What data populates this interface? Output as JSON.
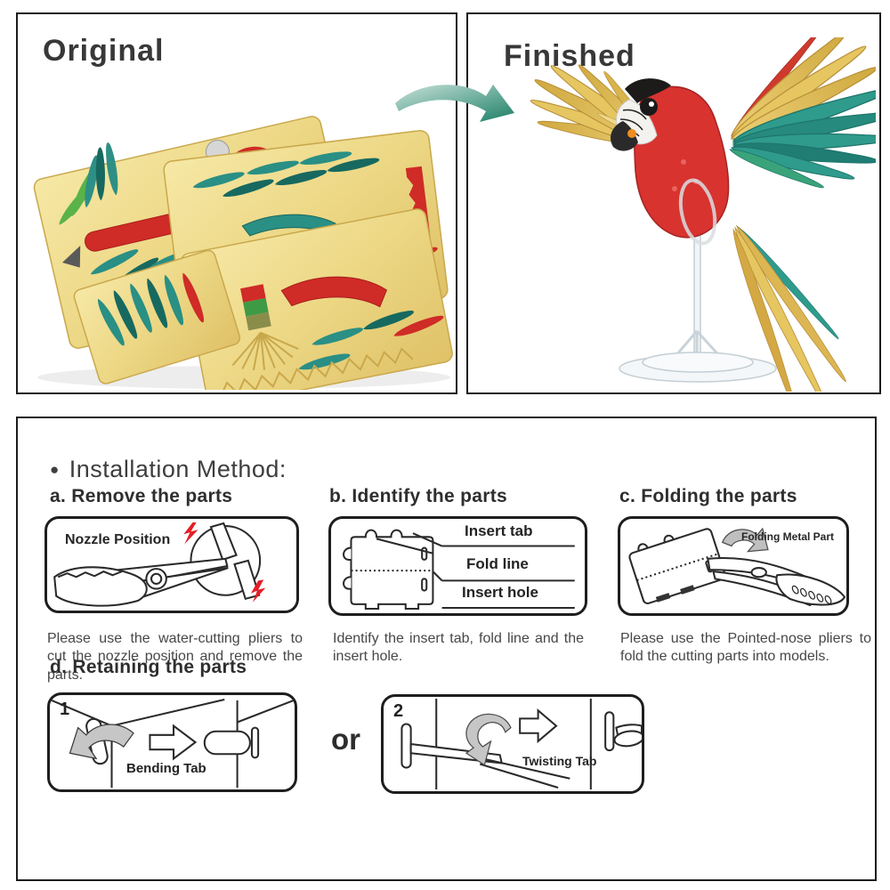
{
  "colors": {
    "accent_teal": "#1d7f66",
    "diagram_red": "#e31f26",
    "gray_arrow": "#c6c6c6",
    "sheet_gold": "#ecd784",
    "parrot_red": "#d63431",
    "feather_teal": "#2f9b8c",
    "text": "#3d3d3d"
  },
  "panels": {
    "original": {
      "title": "Original"
    },
    "finished": {
      "title": "Finished"
    }
  },
  "instructions": {
    "bullet": "●",
    "header": "Installation Method:",
    "sections": {
      "a": {
        "title": "a. Remove the parts",
        "box_label": "Nozzle Position",
        "caption": "Please use the water-cutting pliers to cut the nozzle position and remove the parts."
      },
      "b": {
        "title": "b. Identify the parts",
        "labels": {
          "tab": "Insert tab",
          "fold": "Fold line",
          "hole": "Insert hole"
        },
        "caption": "Identify the insert tab, fold line and the insert hole."
      },
      "c": {
        "title": "c. Folding the parts",
        "box_label": "Folding Metal Part",
        "caption": "Please use the Pointed-nose pliers to fold the cutting parts into models."
      },
      "d": {
        "title": "d. Retaining the parts",
        "or_label": "or",
        "boxes": {
          "bending": {
            "number": "1",
            "label": "Bending Tab"
          },
          "twisting": {
            "number": "2",
            "label": "Twisting Tab"
          }
        }
      }
    }
  }
}
